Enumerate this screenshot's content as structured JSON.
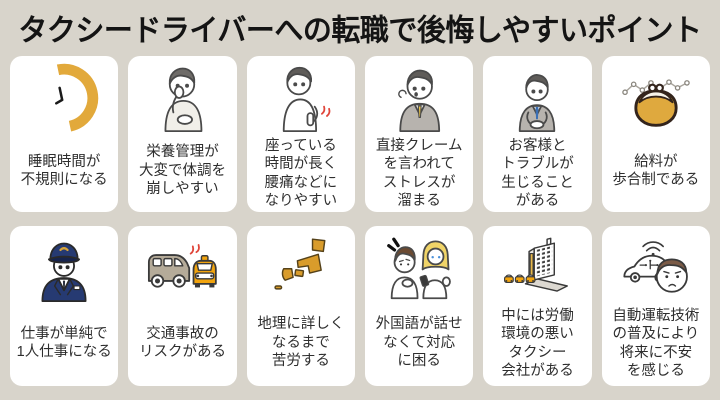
{
  "title": "タクシードライバーへの転職で後悔しやすいポイント",
  "colors": {
    "background": "#d8d4cb",
    "card": "#ffffff",
    "title_text": "#141414",
    "card_text": "#2e2e2e",
    "mustard_yellow": "#dfa93e",
    "taxi_yellow": "#f2a40e",
    "uniform_navy": "#263a72",
    "alert_red": "#e0453a",
    "suit_gray": "#b7b3ae",
    "van_taupe": "#b5ab99",
    "hair_blonde": "#f0d468"
  },
  "cards": [
    {
      "icon": "crescent-clock-icon",
      "label": "睡眠時間が\n不規則になる"
    },
    {
      "icon": "sick-person-icon",
      "label": "栄養管理が\n大変で体調を\n崩しやすい"
    },
    {
      "icon": "back-pain-icon",
      "label": "座っている\n時間が長く\n腰痛などに\nなりやすい"
    },
    {
      "icon": "complaint-stress-icon",
      "label": "直接クレーム\nを言われて\nストレスが\n溜まる"
    },
    {
      "icon": "customer-trouble-icon",
      "label": "お客様と\nトラブルが\n生じること\nがある"
    },
    {
      "icon": "commission-purse-icon",
      "label": "給料が\n歩合制である"
    },
    {
      "icon": "taxi-driver-icon",
      "label": "仕事が単純で\n1人仕事になる"
    },
    {
      "icon": "car-accident-icon",
      "label": "交通事故の\nリスクがある"
    },
    {
      "icon": "japan-map-icon",
      "label": "地理に詳しく\nなるまで\n苦労する"
    },
    {
      "icon": "language-barrier-icon",
      "label": "外国語が話せ\nなくて対応\nに困る"
    },
    {
      "icon": "taxi-company-icon",
      "label": "中には労働\n環境の悪い\nタクシー\n会社がある"
    },
    {
      "icon": "self-driving-icon",
      "label": "自動運転技術\nの普及により\n将来に不安\nを感じる"
    }
  ]
}
